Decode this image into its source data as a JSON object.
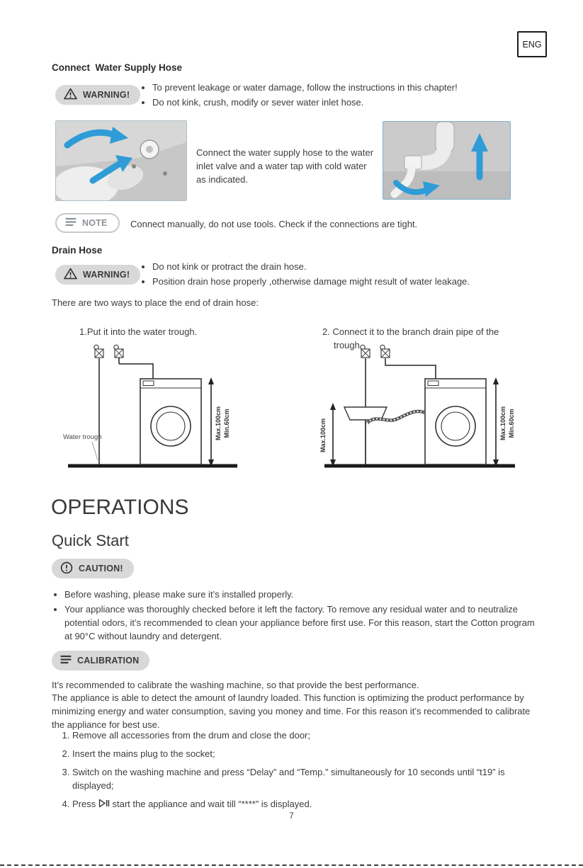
{
  "page": {
    "lang_badge": "ENG",
    "page_number": "7"
  },
  "water_supply": {
    "heading": "Connect  Water Supply Hose",
    "warning": {
      "label": "WARNING!",
      "bullets": [
        "To prevent leakage or water damage, follow the instructions in this chapter!",
        "Do not kink, crush, modify or sever water inlet hose."
      ]
    },
    "instruction": "Connect the water supply hose to the water inlet valve and a water tap with cold water as indicated.",
    "note": {
      "label": "NOTE",
      "text": "Connect manually, do not use tools. Check if the connections are tight."
    }
  },
  "drain": {
    "heading": "Drain Hose",
    "warning": {
      "label": "WARNING!",
      "bullets": [
        "Do not kink or protract the drain hose.",
        "Position drain hose properly ,otherwise damage might result of water leakage."
      ]
    },
    "intro": "There are two ways to place the end of drain hose:",
    "option1": "1.Put it into the water trough.",
    "option2": "2. Connect it to the branch drain pipe of the trough.",
    "labels": {
      "water_trough": "Water trough",
      "max": "Max.100cm",
      "min": "Min.60cm"
    }
  },
  "operations": {
    "title": "OPERATIONS",
    "quick_start": {
      "heading": "Quick Start",
      "caution_label": "CAUTION!",
      "bullets": [
        "Before washing, please make sure it’s installed properly.",
        "Your appliance was thoroughly checked before it left the factory. To remove any residual water and to neutralize potential odors, it’s recommended to clean your appliance before first use. For this reason, start the Cotton program at 90°C without laundry and detergent."
      ]
    },
    "calibration": {
      "label": "CALIBRATION",
      "para1": "It’s recommended to calibrate the washing machine, so that provide the best performance.",
      "para2": "The appliance is able to detect the amount of laundry loaded. This function is optimizing the product performance by minimizing energy and water consumption, saving you money and time. For this reason it’s recommended to calibrate the appliance for best use.",
      "steps": [
        "Remove all accessories from the drum and close the door;",
        "Insert the mains plug to the socket;",
        "Switch on the washing machine and press “Delay” and “Temp.” simultaneously for 10 seconds until “t19” is displayed;"
      ],
      "step4": {
        "prefix": "Press",
        "suffix": "start the appliance and wait till “****” is displayed."
      }
    }
  },
  "colors": {
    "accent_blue": "#2f9cd8",
    "pill_gray": "#d8d8d8"
  }
}
